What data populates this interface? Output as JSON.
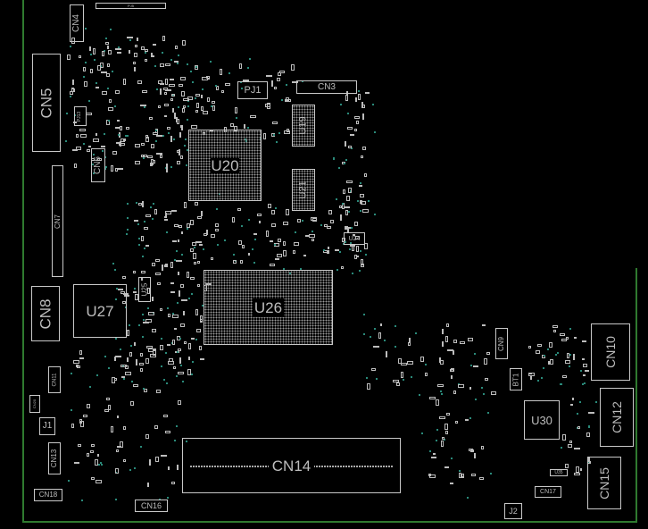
{
  "components": {
    "PJ5": "PJ5",
    "CN4": "CN4",
    "CN5": "CN5",
    "PJ13": "PJ13",
    "CN6": "CN6",
    "CN7": "CN7",
    "PJ1": "PJ1",
    "CN3": "CN3",
    "U19": "U19",
    "U20": "U20",
    "U21": "U21",
    "U24": "U24",
    "U25": "U25",
    "U26": "U26",
    "U27": "U27",
    "CN8": "CN8",
    "CN11": "CN11",
    "CN20": "CN20",
    "J1": "J1",
    "CN13": "CN13",
    "CN18": "CN18",
    "CN16": "CN16",
    "CN14": "CN14",
    "CN9": "CN9",
    "BT1": "BT1",
    "U30": "U30",
    "CN10": "CN10",
    "CN12": "CN12",
    "CN15": "CN15",
    "U35": "U35",
    "CN17": "CN17",
    "J2": "J2"
  },
  "colors": {
    "background": "#000000",
    "outline": "#2f7a2f",
    "silkscreen": "#c8c8c8",
    "via": "#2a8a7a"
  }
}
